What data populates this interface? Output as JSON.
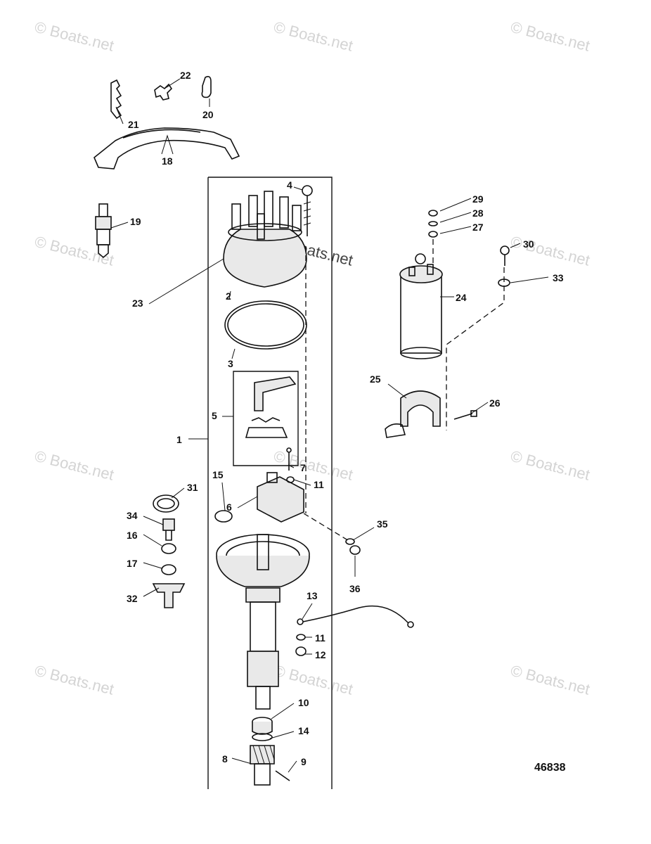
{
  "watermark": "© Boats.net",
  "diagram_number": "46838",
  "callouts": [
    "1",
    "2",
    "3",
    "4",
    "5",
    "6",
    "7",
    "8",
    "9",
    "10",
    "11",
    "11",
    "12",
    "13",
    "14",
    "15",
    "16",
    "17",
    "18",
    "19",
    "20",
    "21",
    "22",
    "23",
    "24",
    "25",
    "26",
    "27",
    "28",
    "29",
    "30",
    "31",
    "32",
    "33",
    "34",
    "35",
    "36"
  ]
}
